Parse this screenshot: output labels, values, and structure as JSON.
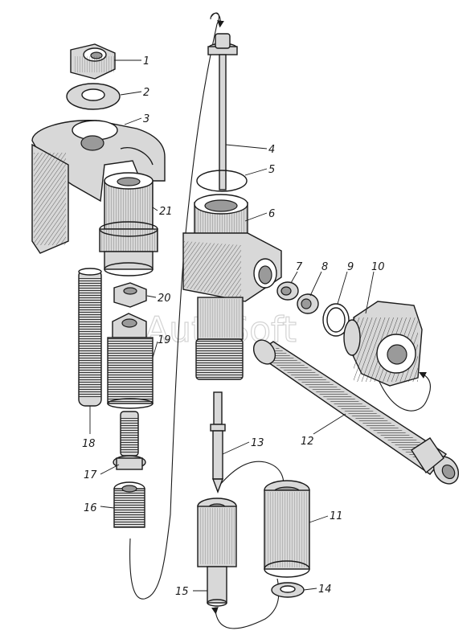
{
  "watermark": "AutoSoft",
  "callouts": [
    {
      "id": "1",
      "text": "1"
    },
    {
      "id": "2",
      "text": "2"
    },
    {
      "id": "3",
      "text": "3"
    },
    {
      "id": "4",
      "text": "4"
    },
    {
      "id": "5",
      "text": "5"
    },
    {
      "id": "6",
      "text": "6"
    },
    {
      "id": "7",
      "text": "7"
    },
    {
      "id": "8",
      "text": "8"
    },
    {
      "id": "9",
      "text": "9"
    },
    {
      "id": "10",
      "text": "10"
    },
    {
      "id": "11",
      "text": "11"
    },
    {
      "id": "12",
      "text": "12"
    },
    {
      "id": "13",
      "text": "13"
    },
    {
      "id": "14",
      "text": "14"
    },
    {
      "id": "15",
      "text": "15"
    },
    {
      "id": "16",
      "text": "16"
    },
    {
      "id": "17",
      "text": "17"
    },
    {
      "id": "18",
      "text": "18"
    },
    {
      "id": "19",
      "text": "19"
    },
    {
      "id": "20",
      "text": "20"
    },
    {
      "id": "21",
      "text": "21"
    }
  ],
  "colors": {
    "ink": "#1a1a1a",
    "shade": "#d8d8d8",
    "watermark": "#c9c9c9"
  }
}
